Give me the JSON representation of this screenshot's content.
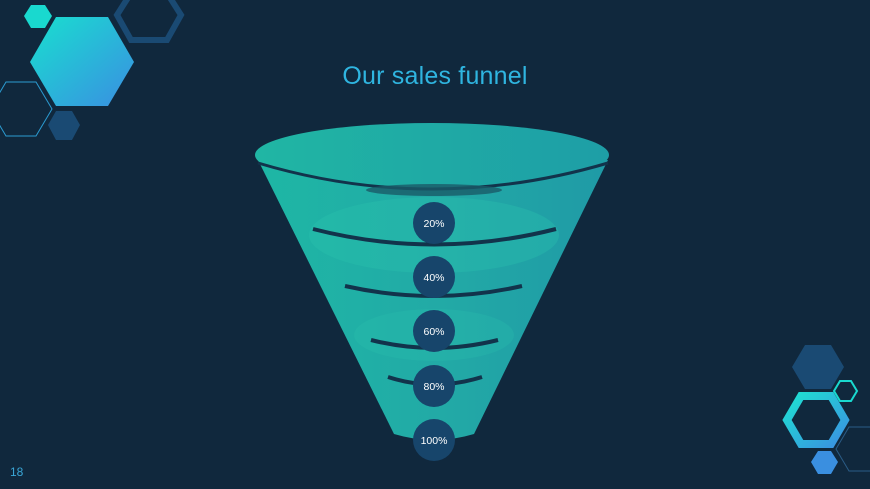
{
  "slide": {
    "title": "Our sales funnel",
    "page_number": "18"
  },
  "funnel": {
    "stages": [
      {
        "label": "20%"
      },
      {
        "label": "40%"
      },
      {
        "label": "60%"
      },
      {
        "label": "80%"
      },
      {
        "label": "100%"
      }
    ],
    "colors": {
      "funnel_light": "#22b8a6",
      "funnel_dark": "#1f9aa3",
      "divider": "#12334b",
      "badge": "#17456b"
    }
  },
  "decor": {
    "colors": {
      "cyan": "#19d9cf",
      "blue": "#3a8fe0",
      "navy": "#1a4a73",
      "outline": "#2b9bd1"
    }
  }
}
